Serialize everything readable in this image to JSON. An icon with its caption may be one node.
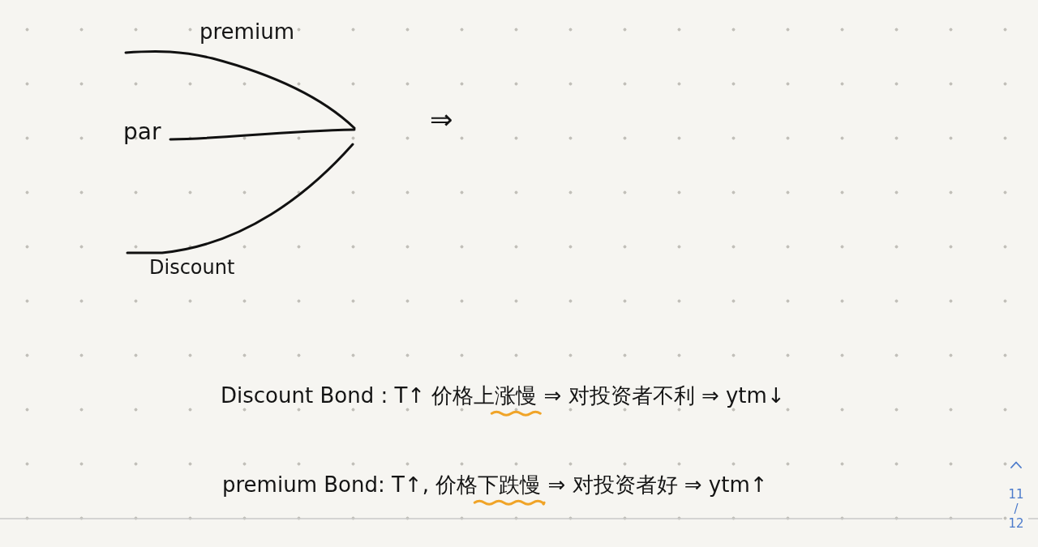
{
  "diagram": {
    "labels": [
      "premium",
      "par",
      "Discount",
      "⇒",
      "Discount Bond : T↑ 价格上涨慢 ⇒ 对投资者不利 ⇒ ytm↓",
      "premium Bond: T↑, 价格下跌慢 ⇒ 对投资者好 ⇒ ytm↑",
      "11 / 12"
    ]
  }
}
